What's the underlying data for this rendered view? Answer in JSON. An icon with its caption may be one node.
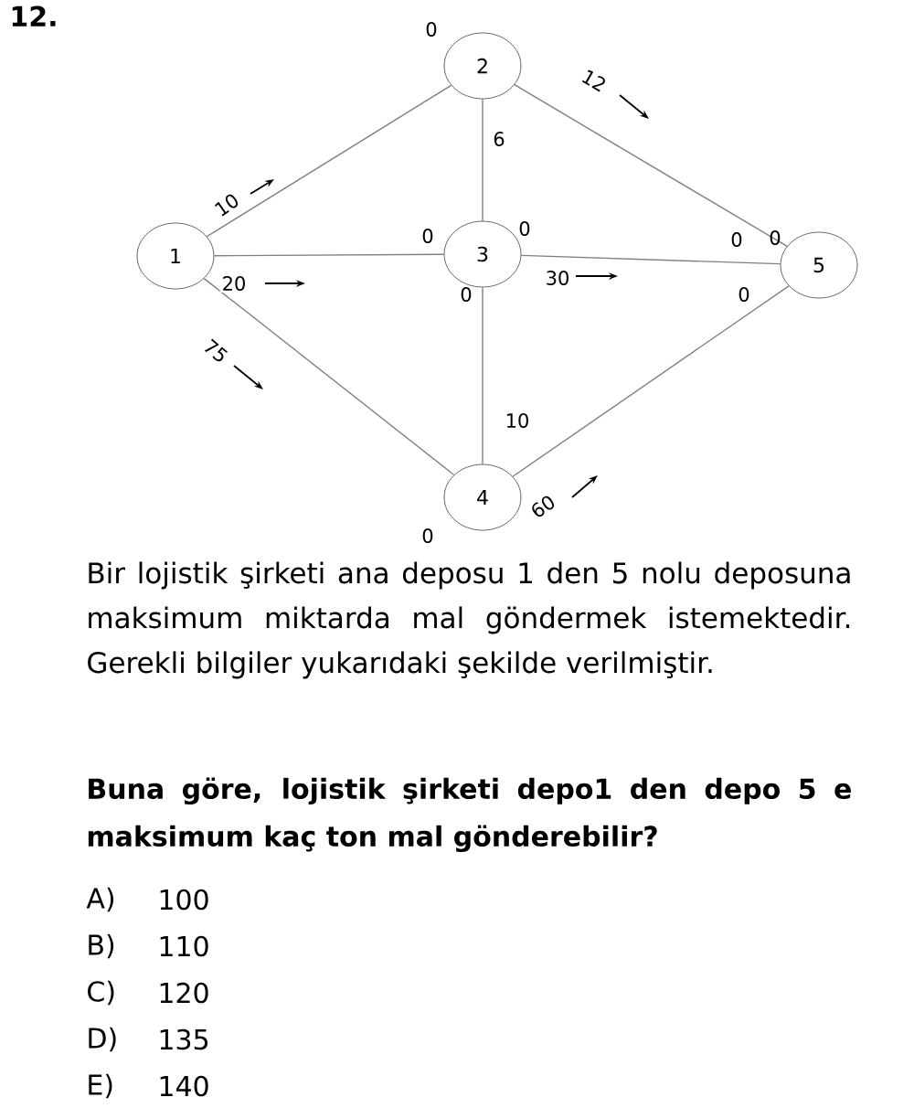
{
  "diagram": {
    "nodes": [
      {
        "text": [
          "1"
        ]
      },
      {
        "text": [
          "2"
        ]
      },
      {
        "text": [
          "3"
        ]
      },
      {
        "text": [
          "4"
        ]
      },
      {
        "text": [
          "5"
        ]
      }
    ],
    "edges": [
      {
        "from": 0,
        "to": 1,
        "arrow": "none",
        "label": "10"
      },
      {
        "from": 0,
        "to": 2,
        "arrow": "none",
        "label": "20"
      },
      {
        "from": 0,
        "to": 3,
        "arrow": "none",
        "label": "75"
      },
      {
        "from": 1,
        "to": 2,
        "arrow": "none",
        "label": "6"
      },
      {
        "from": 1,
        "to": 4,
        "arrow": "none",
        "label": "12"
      },
      {
        "from": 2,
        "to": 4,
        "arrow": "none",
        "label": "30"
      },
      {
        "from": 2,
        "to": 3,
        "arrow": "none",
        "label": "10"
      },
      {
        "from": 3,
        "to": 4,
        "arrow": "none",
        "label": "60"
      }
    ],
    "labels": [
      "12.",
      "0",
      "0",
      "0",
      "0",
      "0",
      "0",
      "0",
      "0",
      "Bir lojistik şirketi ana deposu 1 den 5 nolu deposuna maksimum miktarda mal göndermek istemektedir. Gerekli bilgiler yukarıdaki şekilde verilmiştir.",
      "Buna göre, lojistik şirketi depo1 den depo 5 e maksimum kaç ton mal gönderebilir?",
      "A)",
      "100",
      "B)",
      "110",
      "C)",
      "120",
      "D)",
      "135",
      "E)",
      "140"
    ]
  }
}
